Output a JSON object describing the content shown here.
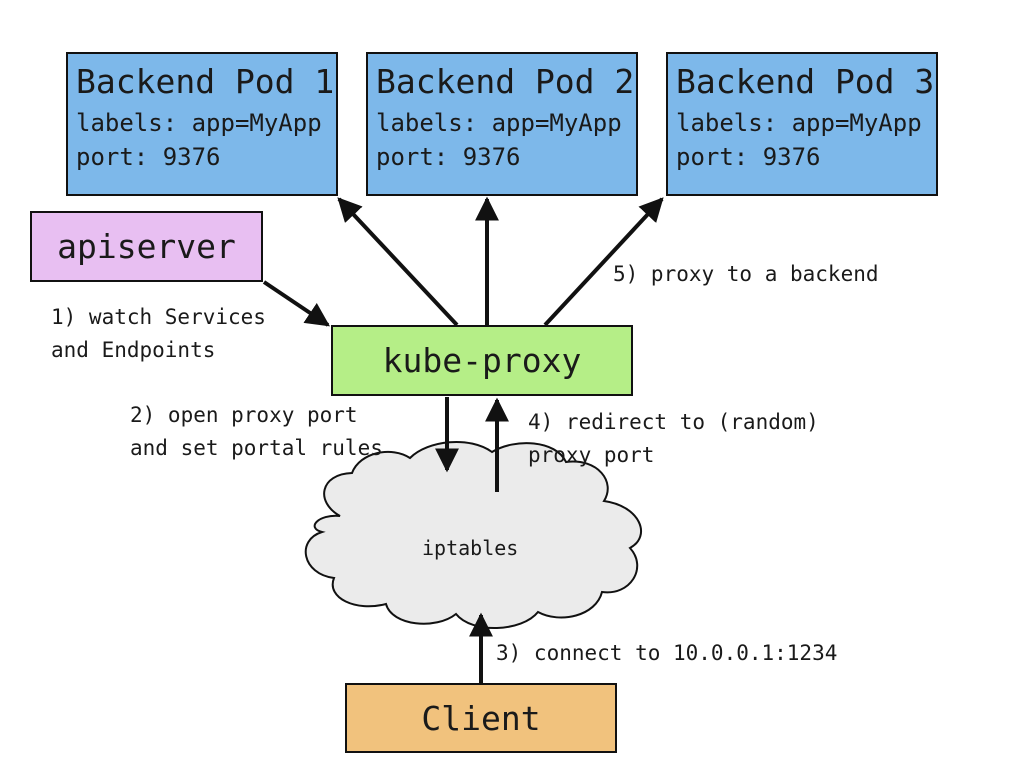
{
  "pods": [
    {
      "title": "Backend Pod 1",
      "labels": "labels: app=MyApp",
      "port": "port: 9376"
    },
    {
      "title": "Backend Pod 2",
      "labels": "labels: app=MyApp",
      "port": "port: 9376"
    },
    {
      "title": "Backend Pod 3",
      "labels": "labels: app=MyApp",
      "port": "port: 9376"
    }
  ],
  "apiserver": {
    "label": "apiserver"
  },
  "kube_proxy": {
    "label": "kube-proxy"
  },
  "iptables": {
    "label": "iptables"
  },
  "client": {
    "label": "Client"
  },
  "steps": {
    "step1": [
      "1) watch Services",
      "and Endpoints"
    ],
    "step2": [
      "2) open proxy port",
      "and set portal rules"
    ],
    "step3": [
      "3) connect to 10.0.0.1:1234"
    ],
    "step4": [
      "4) redirect to (random)",
      "proxy port"
    ],
    "step5": [
      "5) proxy to a backend"
    ]
  },
  "colors": {
    "pod_fill": "#7db8ea",
    "apiserver_fill": "#e8bff2",
    "kube_proxy_fill": "#b5ee87",
    "client_fill": "#f1c27d",
    "cloud_fill": "#ebebeb",
    "stroke": "#111111"
  }
}
